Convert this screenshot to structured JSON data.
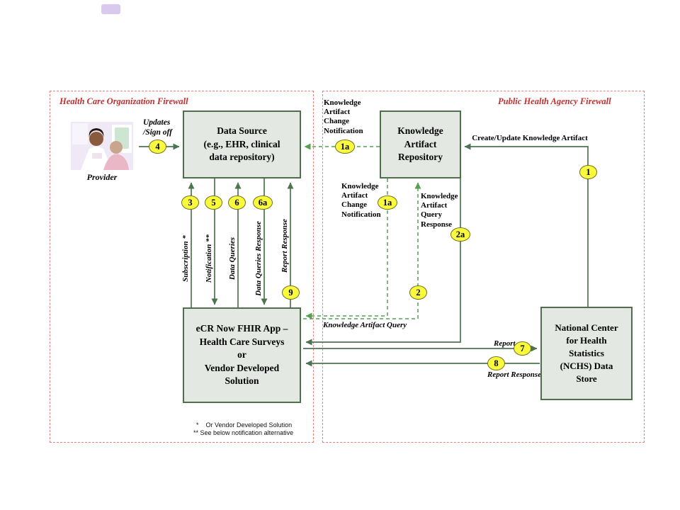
{
  "firewalls": {
    "left": {
      "label": "Health Care Organization Firewall"
    },
    "right": {
      "label": "Public Health Agency Firewall"
    }
  },
  "nodes": {
    "data_source": {
      "lines": [
        "Data Source",
        "(e.g., EHR, clinical",
        "data repository)"
      ]
    },
    "knowledge_repo": {
      "lines": [
        "Knowledge",
        "Artifact",
        "Repository"
      ]
    },
    "ecr_app": {
      "lines": [
        "eCR Now FHIR App –",
        "Health Care Surveys",
        "or",
        "Vendor Developed",
        "Solution"
      ]
    },
    "nchs": {
      "lines": [
        "National Center",
        "for Health",
        "Statistics",
        "(NCHS) Data",
        "Store"
      ]
    },
    "provider": {
      "label": "Provider"
    }
  },
  "labels": {
    "updates": [
      "Updates",
      "/Sign off"
    ],
    "subscription": "Subscription *",
    "notification": "Notification **",
    "data_queries": "Data Queries",
    "data_queries_response": "Data Queries Response",
    "report_response_vertical": "Report Response",
    "ka_change_notification_top": [
      "Knowledge",
      "Artifact",
      "Change",
      "Notification"
    ],
    "ka_change_notification_mid": [
      "Knowledge",
      "Artifact",
      "Change",
      "Notification"
    ],
    "create_update_artifact": "Create/Update Knowledge Artifact",
    "ka_query_response": [
      "Knowledge",
      "Artifact",
      "Query",
      "Response"
    ],
    "ka_query": "Knowledge Artifact Query",
    "report": "Report",
    "report_response": "Report Response"
  },
  "badges": {
    "n1": "1",
    "n1a_top": "1a",
    "n1a_mid": "1a",
    "n2": "2",
    "n2a": "2a",
    "n3": "3",
    "n4": "4",
    "n5": "5",
    "n6": "6",
    "n6a": "6a",
    "n7": "7",
    "n8": "8",
    "n9": "9"
  },
  "footnotes": [
    "*    Or Vendor Developed Solution",
    "** See below notification alternative"
  ],
  "colors": {
    "firewall_border": "#e88080",
    "firewall_label": "#c62f2f",
    "node_fill": "#e3e8e3",
    "node_border": "#4f6e4c",
    "arrow_solid": "#4e7350",
    "arrow_dashed": "#55a055",
    "badge_fill": "#f9f93e",
    "badge_border": "#6f6f1c"
  }
}
